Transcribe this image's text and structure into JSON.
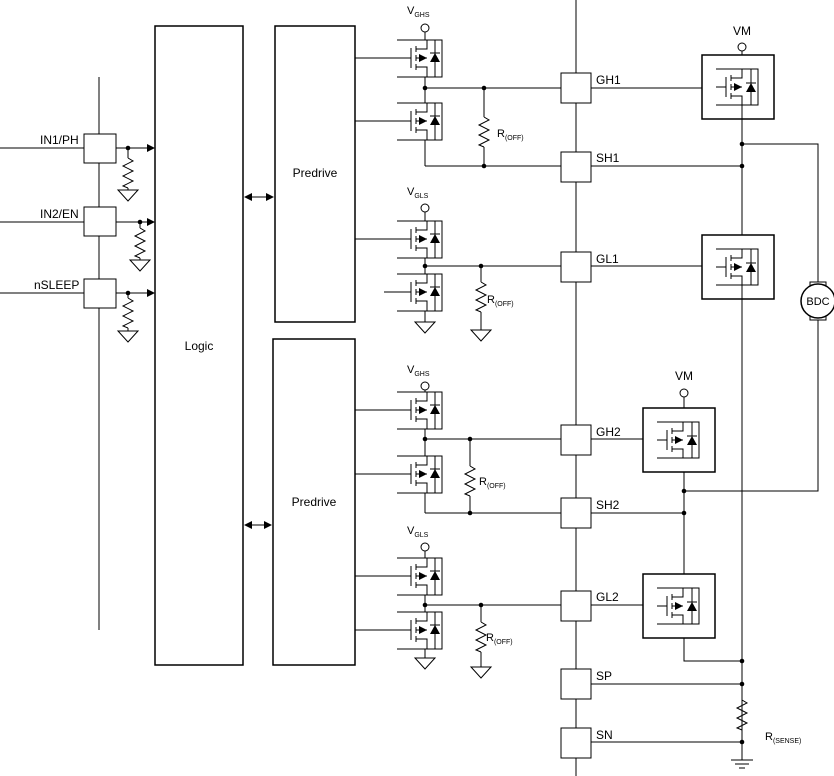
{
  "inputs": {
    "in1_ph": "IN1/PH",
    "in2_en": "IN2/EN",
    "nsleep": "nSLEEP"
  },
  "blocks": {
    "logic": "Logic",
    "predrive_1": "Predrive",
    "predrive_2": "Predrive"
  },
  "supplies": {
    "v_main": "V",
    "ghs_sub": "GHS",
    "gls_sub": "GLS",
    "vm": "VM"
  },
  "resistors": {
    "r_main": "R",
    "off_sub": "(OFF)",
    "sense_sub": "(SENSE)"
  },
  "pins": {
    "gh1": "GH1",
    "sh1": "SH1",
    "gl1": "GL1",
    "gh2": "GH2",
    "sh2": "SH2",
    "gl2": "GL2",
    "sp": "SP",
    "sn": "SN"
  },
  "motor": "BDC"
}
